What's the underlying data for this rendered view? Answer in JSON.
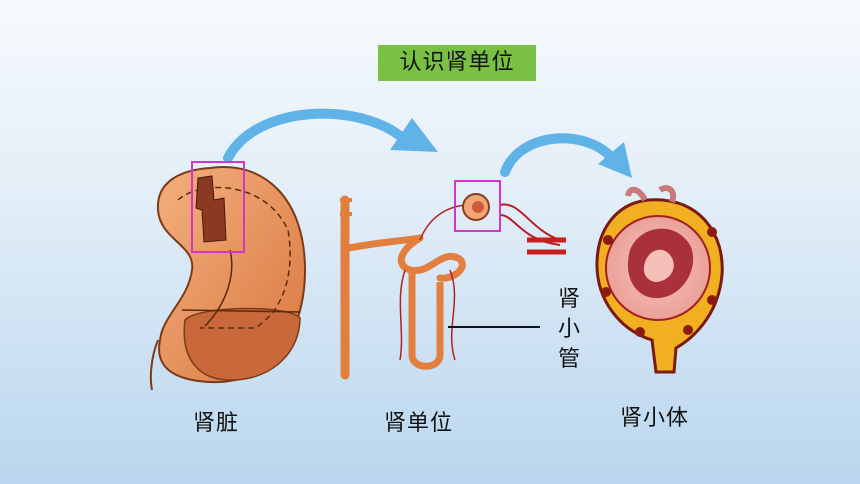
{
  "title": "认识肾单位",
  "labels": {
    "kidney": "肾脏",
    "nephron": "肾单位",
    "corpuscle": "肾小体",
    "tubule_chars": [
      "肾",
      "小",
      "管"
    ]
  },
  "colors": {
    "title_bg": "#7ac143",
    "highlight_box": "#d633c8",
    "arrow": "#5fb3e6",
    "kidney": "#e38a54",
    "vessel_red": "#c81e1e"
  },
  "icons": [
    "curved-arrow-icon",
    "curved-arrow-icon"
  ]
}
